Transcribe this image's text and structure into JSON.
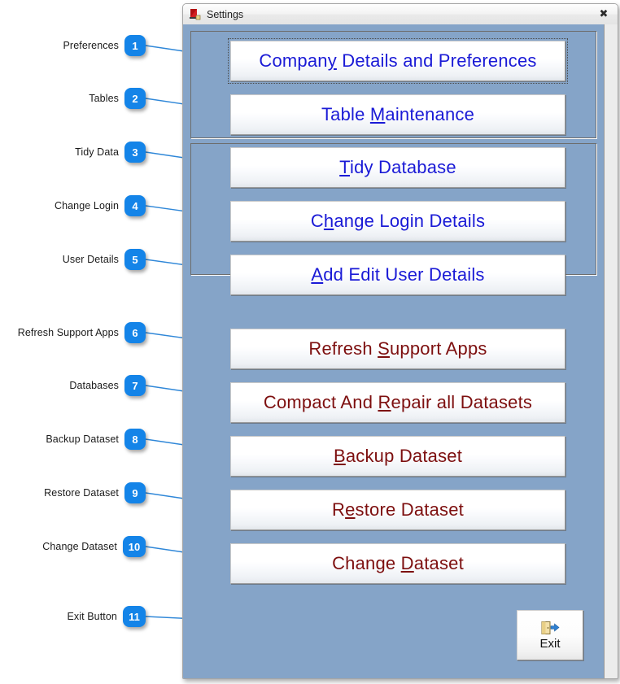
{
  "window": {
    "title": "Settings",
    "app_icon": "app-icon",
    "close_icon": "✖"
  },
  "groups": [
    {
      "name": "preferences-group"
    },
    {
      "name": "datasets-group"
    }
  ],
  "buttons": [
    {
      "id": "company-details-and-preferences",
      "pre": "Compan",
      "accel": "y",
      "post": " Details and Preferences",
      "color": "blue",
      "focused": true
    },
    {
      "id": "table-maintenance",
      "pre": "Table ",
      "accel": "M",
      "post": "aintenance",
      "color": "blue",
      "focused": false
    },
    {
      "id": "tidy-database",
      "pre": "",
      "accel": "T",
      "post": "idy Database",
      "color": "blue",
      "focused": false
    },
    {
      "id": "change-login-details",
      "pre": "C",
      "accel": "h",
      "post": "ange Login Details",
      "color": "blue",
      "focused": false
    },
    {
      "id": "add-edit-user-details",
      "pre": "",
      "accel": "A",
      "post": "dd Edit User Details",
      "color": "blue",
      "focused": false
    },
    {
      "id": "refresh-support-apps",
      "pre": "Refresh ",
      "accel": "S",
      "post": "upport Apps",
      "color": "red",
      "focused": false
    },
    {
      "id": "compact-and-repair-all-datasets",
      "pre": "Compact And ",
      "accel": "R",
      "post": "epair all Datasets",
      "color": "red",
      "focused": false
    },
    {
      "id": "backup-dataset",
      "pre": "",
      "accel": "B",
      "post": "ackup Dataset",
      "color": "red",
      "focused": false
    },
    {
      "id": "restore-dataset",
      "pre": "R",
      "accel": "e",
      "post": "store Dataset",
      "color": "red",
      "focused": false
    },
    {
      "id": "change-dataset",
      "pre": "Change ",
      "accel": "D",
      "post": "ataset",
      "color": "red",
      "focused": false
    }
  ],
  "exit": {
    "label": "Exit",
    "icon": "exit-door-icon"
  },
  "callouts": [
    {
      "number": "1",
      "label": "Preferences"
    },
    {
      "number": "2",
      "label": "Tables"
    },
    {
      "number": "3",
      "label": "Tidy Data"
    },
    {
      "number": "4",
      "label": "Change Login"
    },
    {
      "number": "5",
      "label": "User Details"
    },
    {
      "number": "6",
      "label": "Refresh Support Apps"
    },
    {
      "number": "7",
      "label": "Databases"
    },
    {
      "number": "8",
      "label": "Backup Dataset"
    },
    {
      "number": "9",
      "label": "Restore Dataset"
    },
    {
      "number": "10",
      "label": "Change Dataset"
    },
    {
      "number": "11",
      "label": "Exit Button"
    }
  ],
  "colors": {
    "form_background": "#85a4c8",
    "badge": "#1484e8",
    "leader_line": "#2f87d8",
    "blue_text": "#1a1ad6",
    "red_text": "#7d0f0f"
  }
}
